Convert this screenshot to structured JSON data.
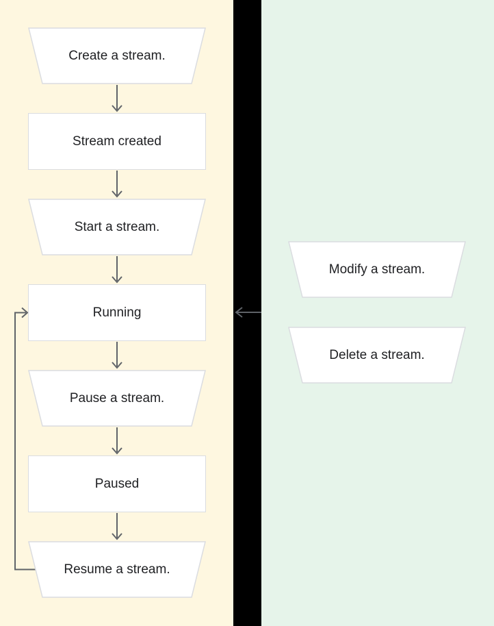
{
  "colors": {
    "page_background": "#000000",
    "left_panel_background": "#fef7e0",
    "right_panel_background": "#e6f4ea",
    "node_fill": "#ffffff",
    "node_border": "#dadce0",
    "arrow": "#5f6368",
    "text": "#202124"
  },
  "left_panel": {
    "description": "stream lifecycle flow",
    "background_color": "#fef7e0",
    "nodes": [
      {
        "label": "Create a stream.",
        "shape": "trapezoid"
      },
      {
        "label": "Stream created",
        "shape": "rectangle"
      },
      {
        "label": "Start a stream.",
        "shape": "trapezoid"
      },
      {
        "label": "Running",
        "shape": "rectangle"
      },
      {
        "label": "Pause a stream.",
        "shape": "trapezoid"
      },
      {
        "label": "Paused",
        "shape": "rectangle"
      },
      {
        "label": "Resume a stream.",
        "shape": "trapezoid"
      }
    ]
  },
  "right_panel": {
    "description": "stream actions",
    "background_color": "#e6f4ea",
    "nodes": [
      {
        "label": "Modify a stream.",
        "shape": "trapezoid"
      },
      {
        "label": "Delete a stream.",
        "shape": "trapezoid"
      }
    ]
  },
  "edges": [
    {
      "from": "Create a stream.",
      "to": "Stream created",
      "type": "down-arrow"
    },
    {
      "from": "Stream created",
      "to": "Start a stream.",
      "type": "down-arrow"
    },
    {
      "from": "Start a stream.",
      "to": "Running",
      "type": "down-arrow"
    },
    {
      "from": "Running",
      "to": "Pause a stream.",
      "type": "down-arrow"
    },
    {
      "from": "Pause a stream.",
      "to": "Paused",
      "type": "down-arrow"
    },
    {
      "from": "Paused",
      "to": "Resume a stream.",
      "type": "down-arrow"
    },
    {
      "from": "Resume a stream.",
      "to": "Running",
      "type": "loop-arrow-left-side"
    },
    {
      "from": "right panel",
      "to": "Running",
      "type": "left-arrow-in-gap"
    }
  ]
}
